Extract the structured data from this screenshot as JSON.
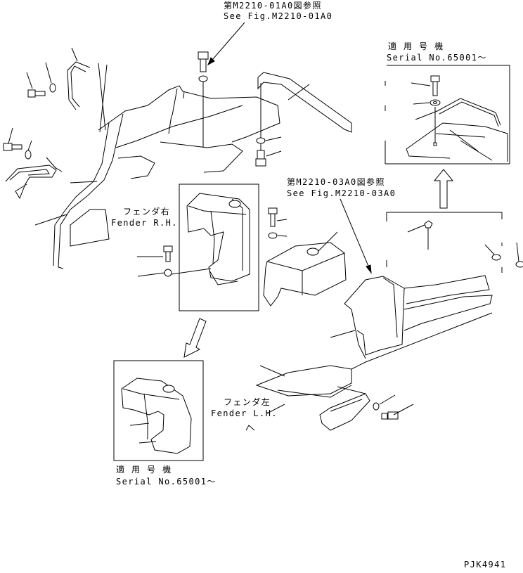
{
  "refs": {
    "top_jp": "第M2210-01A0図参照",
    "top_en": "See Fig.M2210-01A0",
    "mid_jp": "第M2210-03A0図参照",
    "mid_en": "See Fig.M2210-03A0"
  },
  "inset_top_right": {
    "jp": "適 用 号 機",
    "en": "Serial No.65001〜"
  },
  "inset_bottom_left": {
    "jp": "適 用 号 機",
    "en": "Serial No.65001〜"
  },
  "labels": {
    "fender_rh_jp": "フェンダ右",
    "fender_rh_en": "Fender R.H.",
    "fender_lh_jp": "フェンダ左",
    "fender_lh_en": "Fender L.H."
  },
  "page_code": "PJK4941"
}
